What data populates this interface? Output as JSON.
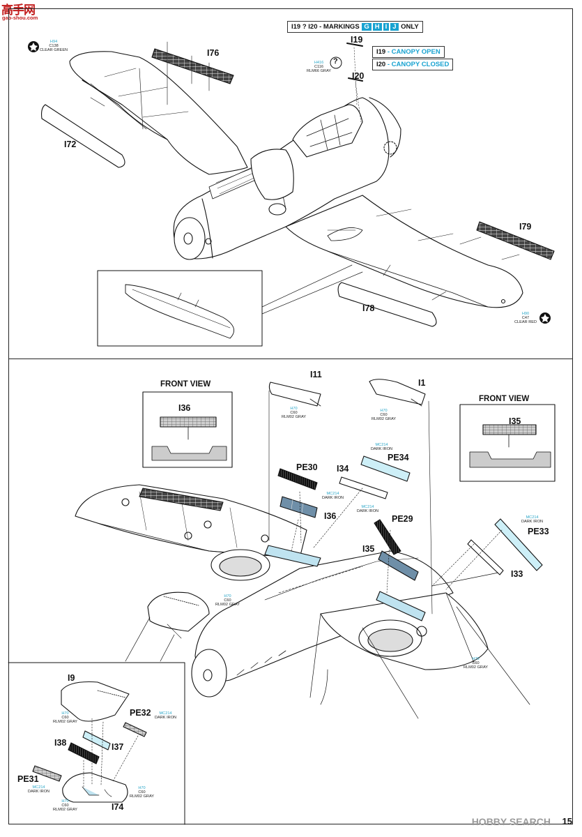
{
  "watermark": {
    "logo": "高手网",
    "url": "gao-shou.com",
    "right": "HOBBY SEARCH"
  },
  "page_number": "15",
  "top": {
    "markings_note": {
      "prefix": "I19 ? I20 - MARKINGS",
      "letters": [
        "G",
        "H",
        "I",
        "J"
      ],
      "suffix": "ONLY"
    },
    "canopy_open": {
      "part": "I19",
      "text": "- CANOPY OPEN"
    },
    "canopy_closed": {
      "part": "I20",
      "text": "- CANOPY CLOSED"
    },
    "parts": {
      "I19": "I19",
      "I20": "I20",
      "I76": "I76",
      "I72": "I72",
      "I79": "I79",
      "I78": "I78"
    },
    "paint_green": {
      "h": "H94",
      "c": "C138",
      "name": "CLEAR GREEN"
    },
    "paint_canopy": {
      "h": "H416",
      "c": "C116",
      "name": "RLM66 GRAY"
    },
    "paint_red": {
      "h": "H90",
      "c": "C47",
      "name": "CLEAR RED"
    },
    "question": "?"
  },
  "bottom": {
    "front_view_left": {
      "title": "FRONT VIEW",
      "part": "I36"
    },
    "front_view_right": {
      "title": "FRONT VIEW",
      "part": "I35"
    },
    "parts": {
      "I11": "I11",
      "I1": "I1",
      "PE30": "PE30",
      "PE34": "PE34",
      "I34": "I34",
      "I36": "I36",
      "PE29": "PE29",
      "I35": "I35",
      "PE33": "PE33",
      "I33": "I33",
      "I9": "I9",
      "PE32": "PE32",
      "I37": "I37",
      "I38": "I38",
      "PE31": "PE31",
      "I74": "I74"
    },
    "gray": {
      "h": "H70",
      "c": "C60",
      "name": "RLM02 GRAY"
    },
    "iron": {
      "c": "MC214",
      "name": "DARK IRON"
    }
  }
}
